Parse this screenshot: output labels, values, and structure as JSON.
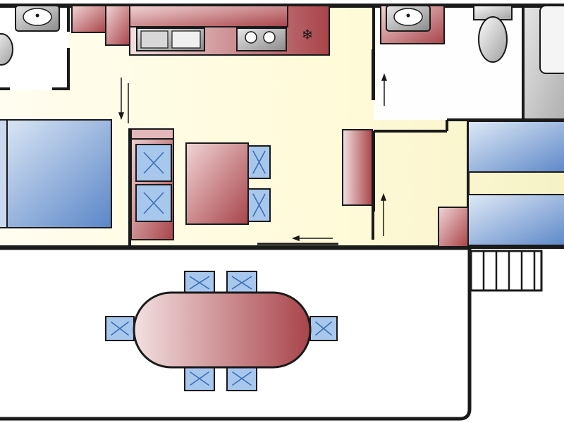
{
  "diagram": {
    "type": "floor-plan",
    "colors": {
      "wall": "#1a1a1a",
      "interior_light": "#fffde8",
      "interior_dark": "#f6f2c6",
      "furniture_light": "#ecc7c8",
      "furniture_dark": "#a8444a",
      "bed_light": "#d5e3f4",
      "bed_dark": "#5a86c7",
      "seat_fill": "#a8c7ec",
      "seat_mark": "#3b6fb5",
      "fixture_light": "#f2f2f2",
      "fixture_dark": "#9a9a9a",
      "shower": "#cfcfcf",
      "terrace": "#ffffff"
    },
    "symbols": {
      "freezer": "❄"
    },
    "rooms": [
      {
        "name": "bathroom-left"
      },
      {
        "name": "kitchen"
      },
      {
        "name": "bedroom-double"
      },
      {
        "name": "living-dining"
      },
      {
        "name": "bathroom-right"
      },
      {
        "name": "bedroom-twin"
      },
      {
        "name": "terrace"
      }
    ],
    "legend_symbols": [
      "door-arrow",
      "chair-cross",
      "sliding-door"
    ]
  }
}
